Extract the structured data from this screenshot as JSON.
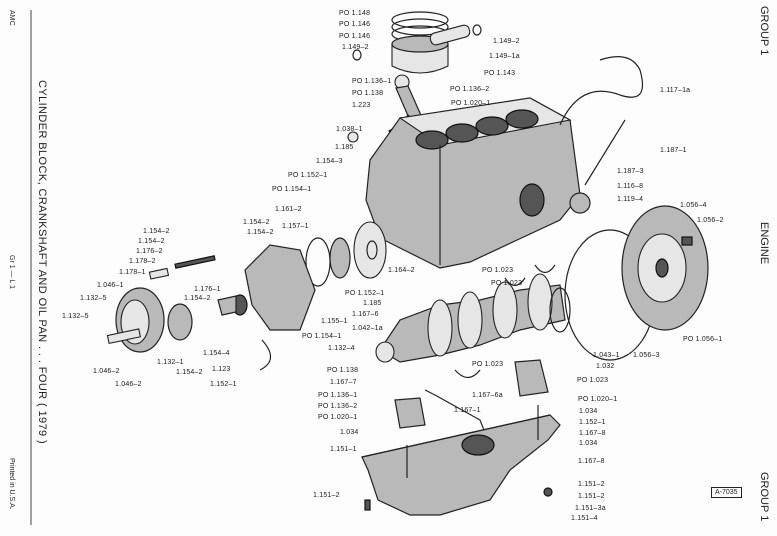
{
  "margin": {
    "publisher": "AMC",
    "title": "CYLINDER BLOCK, CRANKSHAFT AND OIL PAN . . . FOUR ( 1979 )",
    "page_code": "Gr 1 — L 1",
    "printed": "Printed in U.S.A.",
    "group_top": "GROUP 1",
    "section": "ENGINE",
    "group_bottom": "GROUP 1",
    "figure_ref": "A-7035"
  },
  "labels": [
    "PO 1.148",
    "PO 1.146",
    "PO 1.146",
    "1.149–2",
    "1.149–2",
    "1.149–1a",
    "PO 1.143",
    "PO 1.136–1",
    "PO 1.138",
    "PO 1.136–2",
    "PO 1.020–1",
    "1.223",
    "1.038–1",
    "1.185",
    "1.154–3",
    "PO 1.152–1",
    "PO 1.154–1",
    "1.161–2",
    "1.157–1",
    "1.154–2",
    "1.154–2",
    "1.154–2",
    "1.154–2",
    "1.176–2",
    "1.178–2",
    "1.178–1",
    "1.046–1",
    "1.132–5",
    "1.132–5",
    "1.046–2",
    "1.046–2",
    "1.132–1",
    "1.154–2",
    "1.154–2",
    "1.176–1",
    "1.154–4",
    "1.123",
    "1.152–1",
    "1.155–1",
    "PO 1.154–1",
    "1.164–2",
    "PO 1.023",
    "PO 1.023",
    "PO 1.152–1",
    "1.185",
    "1.167–6",
    "1.042–1a",
    "1.132–4",
    "PO 1.138",
    "1.167–7",
    "PO 1.136–1",
    "PO 1.136–2",
    "PO 1.020–1",
    "1.034",
    "1.151–1",
    "1.151–2",
    "PO 1.023",
    "1.167–6a",
    "1.167–1",
    "PO 1.023",
    "PO 1.020–1",
    "1.034",
    "1.152–1",
    "1.167–8",
    "1.034",
    "1.167–8",
    "1.151–2",
    "1.151–2",
    "1.151–3a",
    "1.151–4",
    "1.043–1",
    "1.032",
    "1.056–3",
    "1.117–1a",
    "1.187–1",
    "1.187–3",
    "1.116–8",
    "1.119–4",
    "1.056–4",
    "1.056–2",
    "PO 1.056–1"
  ]
}
